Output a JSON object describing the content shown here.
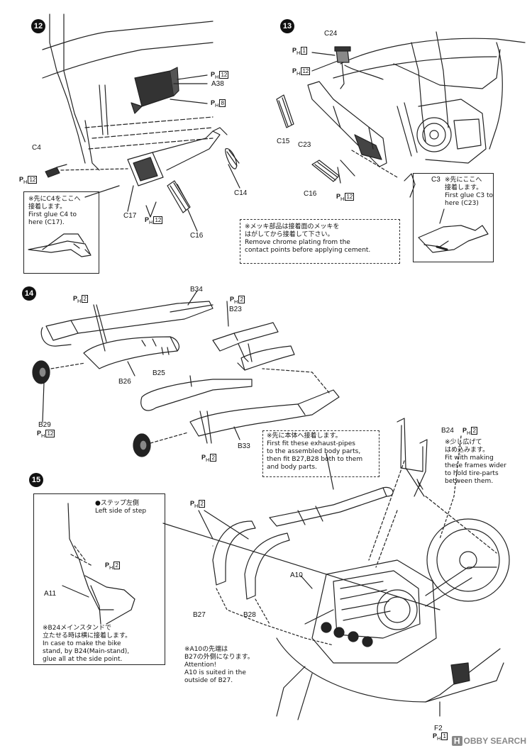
{
  "steps": [
    "12",
    "13",
    "14",
    "15"
  ],
  "parts": {
    "A38": "A38",
    "C4": "C4",
    "C14": "C14",
    "C16": "C16",
    "C17": "C17",
    "C24": "C24",
    "C15": "C15",
    "C23": "C23",
    "C16b": "C16",
    "C3": "C3",
    "B34": "B34",
    "B23": "B23",
    "B26": "B26",
    "B25": "B25",
    "B29": "B29",
    "B33": "B33",
    "B24": "B24",
    "A10": "A10",
    "A11": "A11",
    "B27": "B27",
    "B28": "B28",
    "F2": "F2"
  },
  "paint_marks": {
    "p12_a38": {
      "letter": "P",
      "sub": "H",
      "num": "12"
    },
    "p8": {
      "letter": "P",
      "sub": "H",
      "num": "8"
    },
    "p12_c4": {
      "letter": "P",
      "sub": "H",
      "num": "12"
    },
    "p12_c16": {
      "letter": "P",
      "sub": "H",
      "num": "12"
    },
    "p1_c24": {
      "letter": "P",
      "sub": "H",
      "num": "1"
    },
    "p12_c24": {
      "letter": "P",
      "sub": "H",
      "num": "12"
    },
    "p12_c16b": {
      "letter": "P",
      "sub": "H",
      "num": "12"
    },
    "p2_b26": {
      "letter": "P",
      "sub": "H",
      "num": "2"
    },
    "p2_b23": {
      "letter": "P",
      "sub": "H",
      "num": "2"
    },
    "p12_b29": {
      "letter": "P",
      "sub": "H",
      "num": "12"
    },
    "p2_b33": {
      "letter": "P",
      "sub": "H",
      "num": "2"
    },
    "p2_b24": {
      "letter": "P",
      "sub": "H",
      "num": "2"
    },
    "p2_b27": {
      "letter": "P",
      "sub": "H",
      "num": "2"
    },
    "p2_stand": {
      "letter": "P",
      "sub": "H",
      "num": "2"
    },
    "p1_f2": {
      "letter": "P",
      "sub": "H",
      "num": "1"
    }
  },
  "notes": {
    "c4": [
      "※先にC4をここへ",
      "接着します。",
      "First glue C4 to",
      "here (C17)."
    ],
    "c3": [
      "※先にここへ",
      "接着します。",
      "First glue C3 to",
      "here (C23)"
    ],
    "chrome": [
      "※メッキ部品は接着面のメッキを",
      "はがしてから接着して下さい。",
      "Remove chrome plating from the",
      "contact points before applying cement."
    ],
    "exhaust": [
      "※先に本体へ接着します。",
      "First fit these exhaust-pipes",
      "to the assembled body parts,",
      "then fit B27,B28 both to them",
      "and body parts."
    ],
    "b24": [
      "※少し広げて",
      "はめ込みます。",
      "Fit with making",
      "these frames wider",
      "to hold tire-parts",
      "between them."
    ],
    "step_left": [
      "●ステップ左側",
      "Left side of step"
    ],
    "stand": [
      "※B24メインスタンドで",
      "立たせる時は横に接着します。",
      "In case to make the bike",
      "stand, by B24(Main-stand),",
      "glue all at the side point."
    ],
    "a10": [
      "※A10の先端は",
      "B27の外側になります。",
      "Attention!",
      "A10 is suited in the",
      "outside of B27."
    ]
  },
  "watermark": {
    "mark": "H",
    "text": "OBBY SEARCH"
  },
  "colors": {
    "ink": "#111111",
    "paper": "#ffffff",
    "watermark": "#888888"
  }
}
